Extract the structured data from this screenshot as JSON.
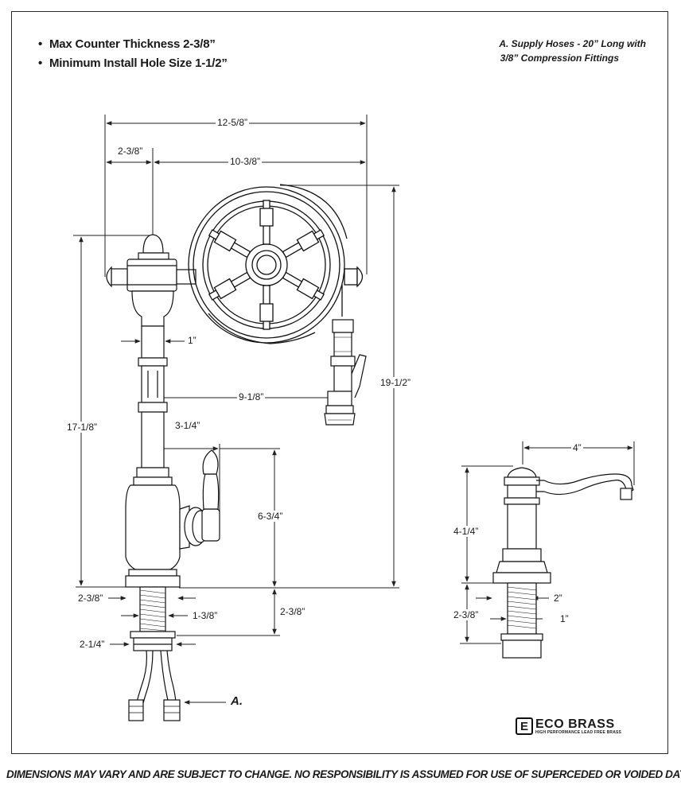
{
  "notes": {
    "item1": "Max Counter Thickness 2-3/8”",
    "item2": "Minimum Install Hole Size 1-1/2”"
  },
  "supply_note": {
    "line1": "A.  Supply Hoses - 20” Long with",
    "line2": "3/8” Compression Fittings"
  },
  "dimensions": {
    "overall_width": "12-5/8”",
    "handle_offset": "2-3/8”",
    "wheel_span": "10-3/8”",
    "overall_height": "19-1/2”",
    "spout_height": "17-1/8”",
    "column_width": "1”",
    "reach": "9-1/8”",
    "lever_reach": "3-1/4”",
    "lever_height": "6-3/4”",
    "base_width": "2-3/8”",
    "shank_width": "1-3/8”",
    "shank_length": "2-3/8”",
    "nut_width": "2-1/4”",
    "dispenser_reach": "4”",
    "dispenser_height": "4-1/4”",
    "dispenser_base": "2”",
    "dispenser_shank_length": "2-3/8”",
    "dispenser_shank_width": "1”"
  },
  "callout_a": "A.",
  "logo": {
    "brand": "ECO BRASS",
    "tagline": "HIGH PERFORMANCE LEAD FREE BRASS",
    "mark": "E"
  },
  "disclaimer": "DIMENSIONS MAY VARY AND ARE SUBJECT TO CHANGE. NO RESPONSIBILITY IS ASSUMED FOR USE OF SUPERCEDED OR VOIDED DATA"
}
